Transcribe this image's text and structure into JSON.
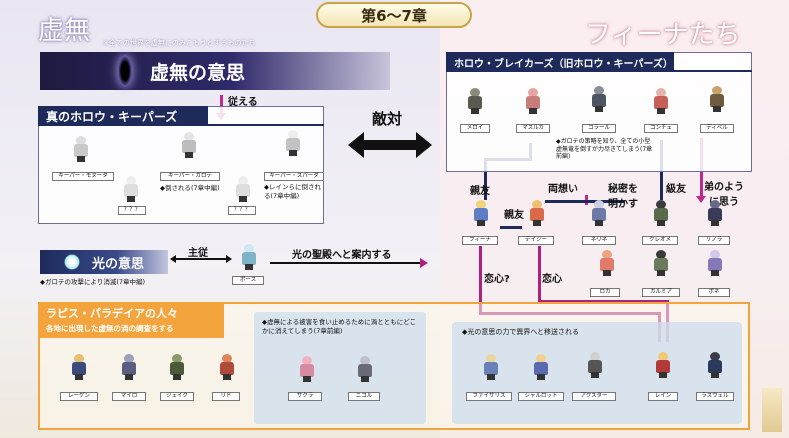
{
  "chapter_label": "第6～7章",
  "left_title": "虚無",
  "left_subtitle": "※全ての世界を虚無にのみこもうとするものたち",
  "right_title": "フィーナたち",
  "void_will": "虚無の意思",
  "obey": "従える",
  "true_keepers": {
    "header": "真のホロウ・キーパーズ",
    "members": [
      {
        "name": "キーパー・モヌータ",
        "note": ""
      },
      {
        "name": "キーパー・ガロテ",
        "note": "倒される(7章中編)"
      },
      {
        "name": "？？？",
        "note": ""
      },
      {
        "name": "キーパー・スパーダ",
        "note": "レインらに倒される(7章中編)"
      },
      {
        "name": "？？？",
        "note": ""
      }
    ]
  },
  "enemy": "敵対",
  "light_will": {
    "title": "光の意思",
    "note": "ガロテの攻撃により消滅(7章中編)",
    "master_servant": "主従",
    "pose": "ポース",
    "guide": "光の聖殿へと案内する"
  },
  "hollow_breakers": {
    "header": "ホロウ・ブレイカーズ（旧ホロウ・キーパーズ）",
    "members": [
      "メロイ",
      "マスルカ",
      "コラール",
      "コンチェ",
      "ディベル"
    ],
    "note": "ガロテの策略を知り、全ての小型虚無竜を倒すが力尽きてしまう(7章前編)"
  },
  "relations": {
    "friend1": "親友",
    "friend2": "親友",
    "mutual": "両想い",
    "secret": "秘密を明かす",
    "classmate": "級友",
    "like_brother": "弟のように思う",
    "love_q": "恋心?",
    "love": "恋心"
  },
  "fina_group": [
    "フィーナ",
    "デイジー",
    "ネリネ",
    "クレオメ",
    "リノラ",
    "ロカ",
    "カルミア",
    "ポネ"
  ],
  "lapis": {
    "title": "ラピス・パラデイアの人々",
    "subtitle": "各地に出現した虚無の渦の調査をする",
    "members": [
      "レーゲン",
      "マイロ",
      "ジェイク",
      "リド"
    ]
  },
  "vanish": {
    "note": "虚無による被害を食い止めるために渦とともにどこかに消えてしまう(7章前編)",
    "members": [
      "サクラ",
      "ニコル"
    ]
  },
  "transfer": {
    "note": "光の意思の力で異界へと移送される",
    "members": [
      "ファイサリス",
      "シャルロット",
      "アクスター",
      "レイン",
      "ラスウェル"
    ]
  },
  "colors": {
    "navy": "#1e2a5a",
    "magenta": "#b0207e",
    "orange": "#f3a43c",
    "gold": "#c9a347"
  }
}
